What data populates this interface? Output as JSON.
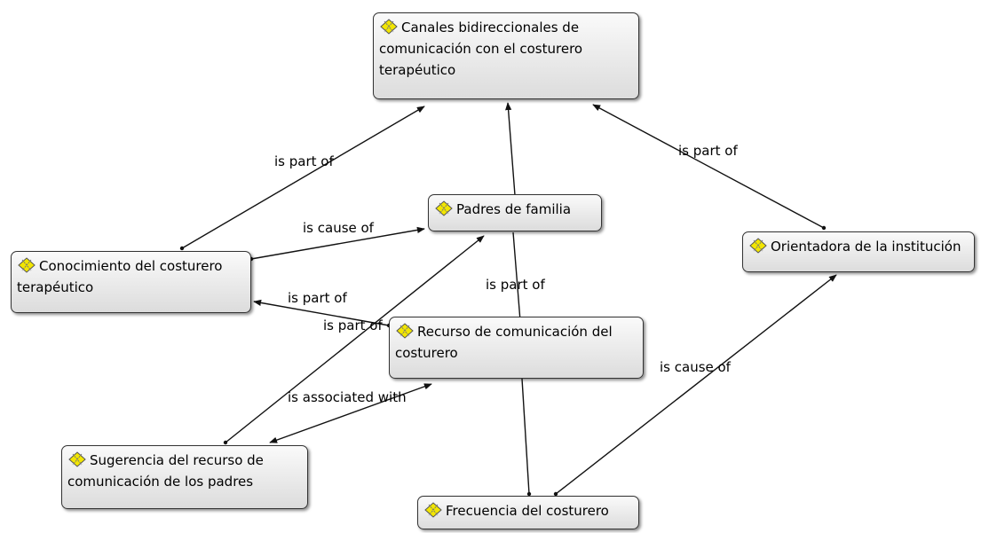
{
  "nodes": {
    "canales": "Canales bidireccionales de comunicación  con el costurero terapéutico",
    "padres": "Padres de familia",
    "orientadora": "Orientadora de la institución",
    "conocimiento": "Conocimiento del costurero terapéutico",
    "recurso": "Recurso de comunicación del costurero",
    "sugerencia": "Sugerencia del recurso de comunicación de los padres",
    "frecuencia": "Frecuencia del costurero"
  },
  "links": {
    "conocimiento_canales": "is part of",
    "orientadora_canales": "is part of",
    "conocimiento_padres": "is cause of",
    "recurso_conocimiento": "is part of",
    "sugerencia_padres": "is part of",
    "recurso_padres": "is part of",
    "sugerencia_recurso": "is associated with",
    "frecuencia_orientadora": "is cause of"
  },
  "colors": {
    "icon": "#f2e600",
    "line": "#111111"
  }
}
